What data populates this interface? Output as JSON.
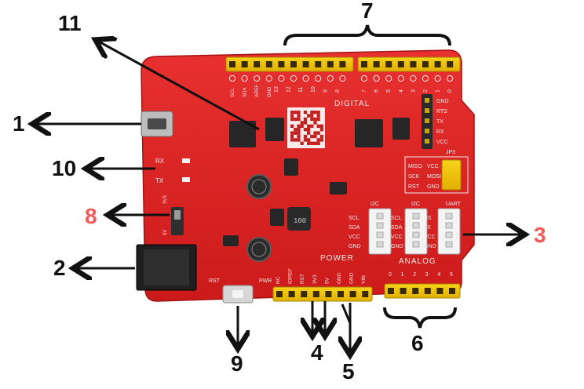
{
  "callouts": {
    "n1": "1",
    "n2": "2",
    "n3": "3",
    "n4": "4",
    "n5": "5",
    "n6": "6",
    "n7": "7",
    "n8": "8",
    "n9": "9",
    "n10": "10",
    "n11": "11"
  },
  "board": {
    "digital_label": "DIGITAL",
    "power_label": "POWER",
    "analog_label": "ANALOG",
    "inductor_label": "100",
    "digital_pins_left": [
      "13",
      "12",
      "11",
      "10",
      "9",
      "8"
    ],
    "digital_pins_right": [
      "7",
      "6",
      "5",
      "4",
      "3",
      "2",
      "1",
      "0"
    ],
    "header_left_labels": [
      "SCL",
      "SDA",
      "AREF",
      "GND"
    ],
    "uart_header_labels": [
      "GND",
      "RTS",
      "TX",
      "RX",
      "VCC"
    ],
    "jp3_label": "JP3",
    "isp_labels": [
      "MISO",
      "VCC",
      "SCK",
      "MOSI",
      "RST",
      "GND"
    ],
    "i2c_left_pins": [
      "SCL",
      "SDA",
      "VCC",
      "GND"
    ],
    "i2c_right_pins": [
      "SCL",
      "SDA",
      "VCC",
      "GND"
    ],
    "uart_pins": [
      "RX",
      "TX",
      "VCC",
      "GND"
    ],
    "i2c_label": "I2C",
    "uart_label": "UART",
    "power_pins": [
      "NC",
      "IOREF",
      "RST",
      "3V3",
      "5V",
      "GND",
      "GND",
      "VIN"
    ],
    "analog_pins": [
      "0",
      "1",
      "2",
      "3",
      "4",
      "5"
    ],
    "rx_label": "RX",
    "tx_label": "TX",
    "switch_labels": [
      "3V3",
      "5V"
    ],
    "rst_label": "RST",
    "pwr_label": "PWR",
    "colors": {
      "pcb": "#e02626",
      "header": "#f2c400",
      "grove": "#f4f4f4",
      "chip": "#2a2a2a",
      "highlight_callout": "#f05a5a"
    }
  }
}
